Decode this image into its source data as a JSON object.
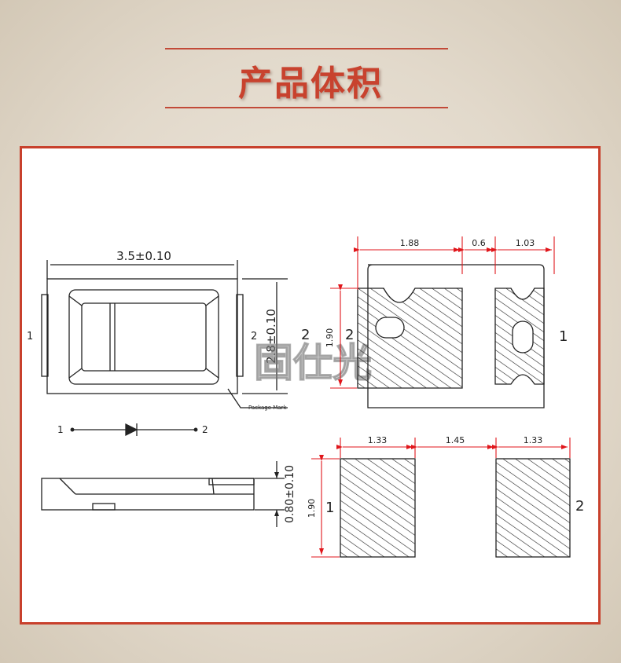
{
  "title": "产品体积",
  "watermark": "固仕光",
  "colors": {
    "accent": "#c8422e",
    "dimension": "#e0161b"
  },
  "package_view": {
    "width_label": "3.5±0.10",
    "height_label": "2.8±0.10",
    "pin_left": "1",
    "pin_right": "2",
    "package_mark_label": "Package Mark"
  },
  "diode_symbol": {
    "pin_left": "1",
    "pin_right": "2"
  },
  "side_view": {
    "thickness_label": "0.80±0.10"
  },
  "pad_view": {
    "dims": [
      "1.88",
      "0.6",
      "1.03"
    ],
    "height_label": "1.90",
    "pin_left": "2",
    "pin_right": "1"
  },
  "footprint": {
    "dims": [
      "1.33",
      "1.45",
      "1.33"
    ],
    "height_label": "1.90",
    "pin_left": "1",
    "pin_right": "2"
  }
}
